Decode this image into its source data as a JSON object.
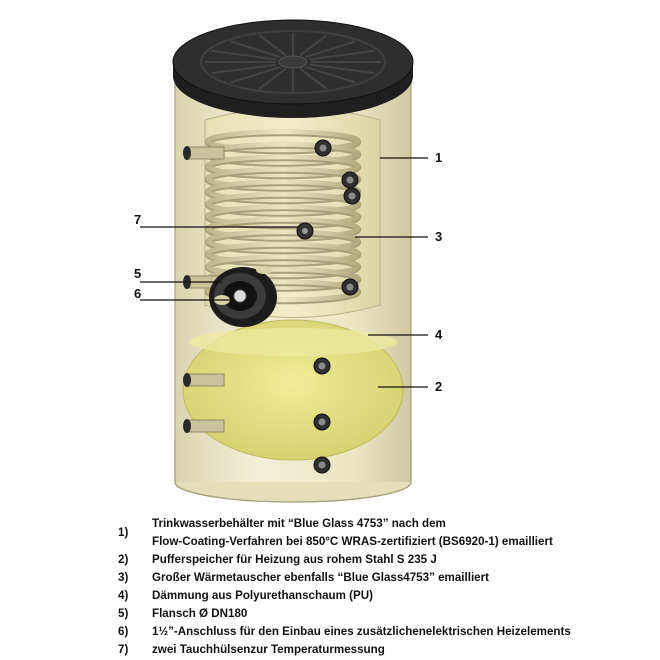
{
  "callouts": [
    {
      "num": "1"
    },
    {
      "num": "3"
    },
    {
      "num": "4"
    },
    {
      "num": "2"
    },
    {
      "num": "7"
    },
    {
      "num": "5"
    },
    {
      "num": "6"
    }
  ],
  "legend": [
    {
      "num": "1)",
      "lines": [
        "Trinkwasserbehälter mit “Blue Glass 4753” nach dem",
        "Flow-Coating-Verfahren bei 850°C WRAS-zertifiziert (BS6920-1) emailliert"
      ]
    },
    {
      "num": "2)",
      "lines": [
        "Pufferspeicher für Heizung aus rohem Stahl S 235 J"
      ]
    },
    {
      "num": "3)",
      "lines": [
        "Großer Wärmetauscher ebenfalls “Blue Glass4753”  emailliert"
      ]
    },
    {
      "num": "4)",
      "lines": [
        "Dämmung aus Polyurethanschaum (PU)"
      ]
    },
    {
      "num": "5)",
      "lines": [
        "Flansch Ø DN180"
      ]
    },
    {
      "num": "6)",
      "lines": [
        "1½”-Anschluss für den Einbau eines zusätzlichenelektrischen Heizelements"
      ]
    },
    {
      "num": "7)",
      "lines": [
        "zwei Tauchhülsenzur Temperaturmessung"
      ]
    }
  ],
  "colors": {
    "insulation": "#eeeacb",
    "tank_yellow": "#e3de86",
    "lid": "#2b2b2b",
    "coil": "#dcd4a6",
    "port": "#3a3a3a"
  }
}
